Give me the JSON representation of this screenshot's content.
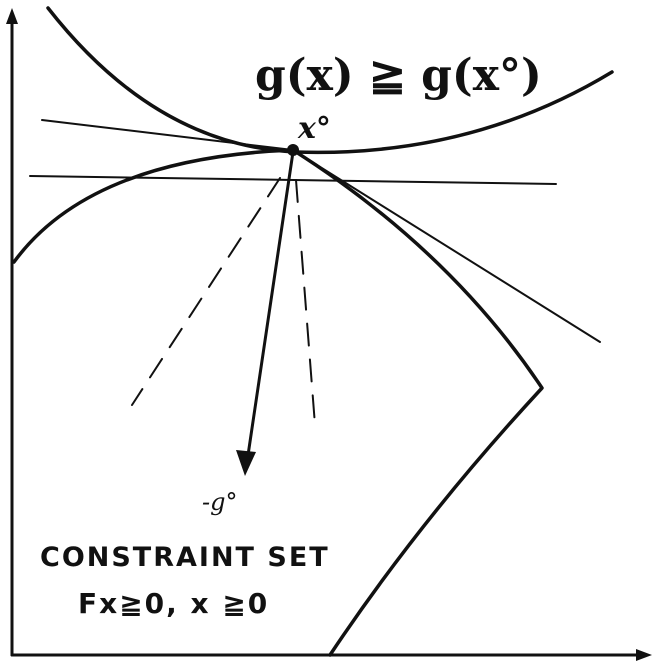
{
  "labels": {
    "inequality": "g(x) ≧ g(x°)",
    "point": "x°",
    "gradient": "-g°",
    "constraint_title": "CONSTRAINT SET",
    "constraint_expr": "Fx≧0,  x ≧0"
  },
  "colors": {
    "ink": "#111111",
    "background": "#ffffff"
  }
}
